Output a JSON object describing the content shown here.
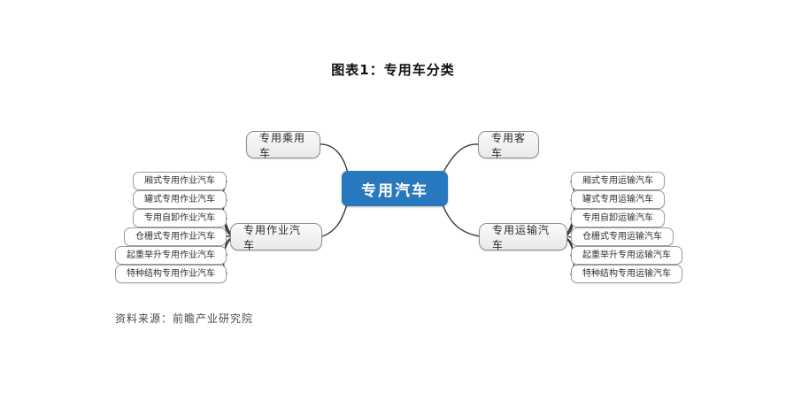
{
  "page": {
    "title": "图表1：专用车分类",
    "source": "资料来源：前瞻产业研究院"
  },
  "palette": {
    "center_node_bg": "#2878BE",
    "center_node_text": "#FFFFFF",
    "branch_node_bg": "#F0F0F0",
    "branch_node_border": "#8F8F8F",
    "leaf_bg": "#FFFFFF",
    "leaf_border": "#9C9C9C",
    "connector_line": "#3A3A3A",
    "text": "#333333"
  },
  "chart_data": {
    "type": "diagram-mindmap",
    "title": "图表1：专用车分类",
    "center": "专用汽车",
    "branches": [
      {
        "label": "专用乘用车",
        "position": "top-left",
        "children": []
      },
      {
        "label": "专用客车",
        "position": "top-right",
        "children": []
      },
      {
        "label": "专用作业汽车",
        "position": "left",
        "children": [
          "厢式专用作业汽车",
          "罐式专用作业汽车",
          "专用自卸作业汽车",
          "仓栅式专用作业汽车",
          "起重举升专用作业汽车",
          "特种结构专用作业汽车"
        ]
      },
      {
        "label": "专用运输汽车",
        "position": "right",
        "children": [
          "厢式专用运输汽车",
          "罐式专用运输汽车",
          "专用自卸运输汽车",
          "仓栅式专用运输汽车",
          "起重举升专用运输汽车",
          "特种结构专用运输汽车"
        ]
      }
    ]
  },
  "diagram": {
    "center": {
      "label": "专用汽车"
    },
    "branches": [
      {
        "label": "专用乘用车",
        "children": []
      },
      {
        "label": "专用客车",
        "children": []
      },
      {
        "label": "专用作业汽车",
        "children": [
          "厢式专用作业汽车",
          "罐式专用作业汽车",
          "专用自卸作业汽车",
          "仓栅式专用作业汽车",
          "起重举升专用作业汽车",
          "特种结构专用作业汽车"
        ]
      },
      {
        "label": "专用运输汽车",
        "children": [
          "厢式专用运输汽车",
          "罐式专用运输汽车",
          "专用自卸运输汽车",
          "仓栅式专用运输汽车",
          "起重举升专用运输汽车",
          "特种结构专用运输汽车"
        ]
      }
    ]
  }
}
